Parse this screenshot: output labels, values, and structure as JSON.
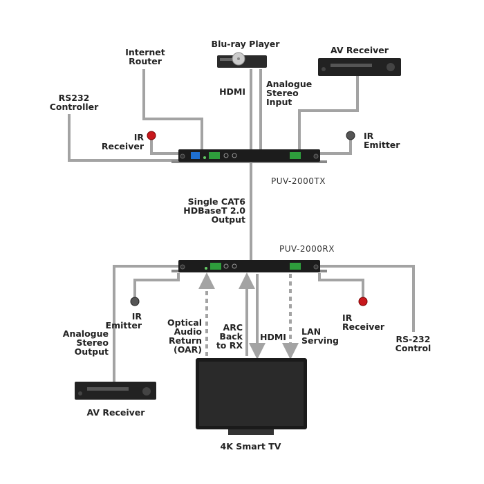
{
  "devices": {
    "bluray": "Blu-ray Player",
    "router": "Internet\nRouter",
    "av_receiver_top": "AV Receiver",
    "rs232_controller": "RS232\nController",
    "ir_receiver_top": "IR\nReceiver",
    "ir_emitter_top": "IR\nEmitter",
    "tx_model": "PUV-2000TX",
    "rx_model": "PUV-2000RX",
    "ir_emitter_bottom": "IR\nEmitter",
    "ir_receiver_bottom": "IR\nReceiver",
    "rs232_control": "RS-232\nControl",
    "av_receiver_bottom": "AV Receiver",
    "tv": "4K Smart TV"
  },
  "connections": {
    "hdmi_top": "HDMI",
    "analogue_input": "Analogue\nStereo\nInput",
    "cat6": "Single CAT6\nHDBaseT 2.0\nOutput",
    "analogue_output": "Analogue\nStereo\nOutput",
    "oar": "Optical\nAudio\nReturn\n(OAR)",
    "arc": "ARC\nBack\nto RX",
    "hdmi_bottom": "HDMI",
    "lan": "LAN\nServing"
  },
  "colors": {
    "line": "#a3a3a3",
    "device": "#1c1c1c",
    "ir_red": "#c8181c",
    "ir_gray": "#555555",
    "terminal": "#2e9e3c",
    "lan_port": "#1f6fd0"
  }
}
